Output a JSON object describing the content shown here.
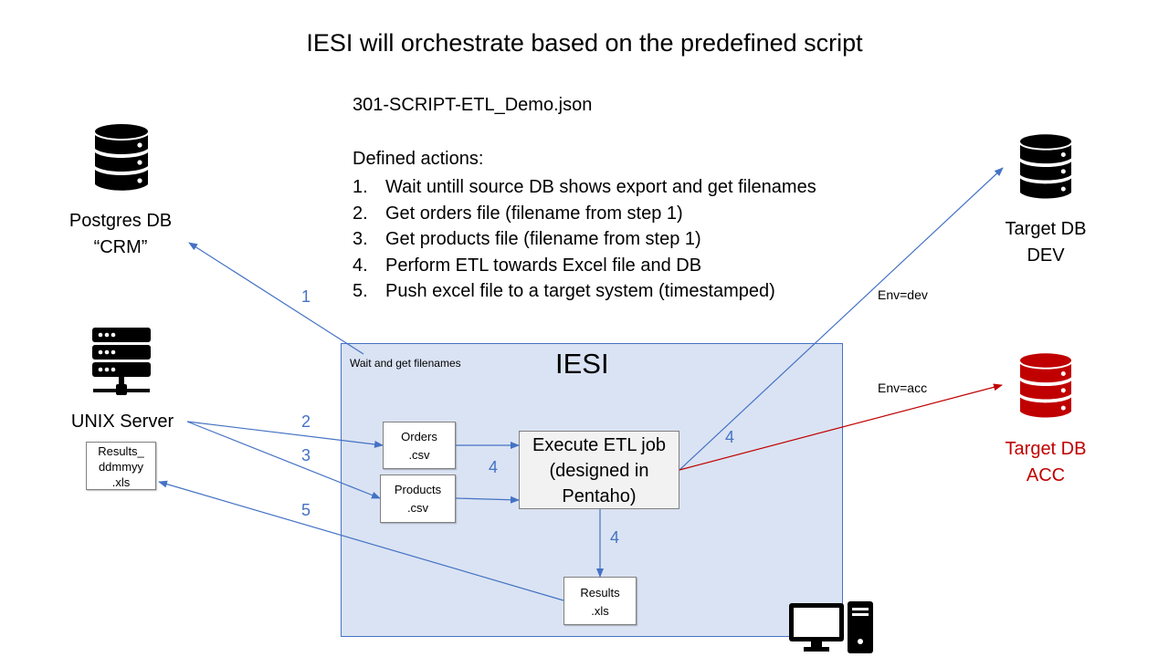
{
  "title": "IESI will orchestrate based on the predefined script",
  "script_name": "301-SCRIPT-ETL_Demo.json",
  "actions_heading": "Defined actions:",
  "actions": [
    {
      "num": "1.",
      "text": "Wait untill source DB shows export and get filenames"
    },
    {
      "num": "2.",
      "text": "Get orders file (filename from step 1)"
    },
    {
      "num": "3.",
      "text": "Get products file (filename from step 1)"
    },
    {
      "num": "4.",
      "text": "Perform ETL towards Excel file and DB"
    },
    {
      "num": "5.",
      "text": "Push excel file to a target system (timestamped)"
    }
  ],
  "postgres": {
    "line1": "Postgres DB",
    "line2": "“CRM”",
    "icon": "database-icon"
  },
  "unix": {
    "label": "UNIX Server",
    "icon": "server-icon",
    "file": {
      "line1": "Results_",
      "line2": "ddmmyy",
      "line3": ".xls"
    }
  },
  "target_dev": {
    "line1": "Target DB",
    "line2": "DEV",
    "icon": "database-icon"
  },
  "target_acc": {
    "line1": "Target DB",
    "line2": "ACC",
    "icon": "database-icon",
    "color": "#c00000"
  },
  "iesi": {
    "label": "IESI",
    "wait_label": "Wait and get filenames",
    "orders": {
      "line1": "Orders",
      "line2": ".csv"
    },
    "products": {
      "line1": "Products",
      "line2": ".csv"
    },
    "etl": {
      "line1": "Execute ETL job",
      "line2": "(designed in",
      "line3": "Pentaho)"
    },
    "results": {
      "line1": "Results",
      "line2": ".xls"
    },
    "icon": "computer-icon"
  },
  "steps": {
    "s1": "1",
    "s2": "2",
    "s3": "3",
    "s4a": "4",
    "s4b": "4",
    "s4c": "4",
    "s5": "5"
  },
  "env": {
    "dev": "Env=dev",
    "acc": "Env=acc"
  },
  "colors": {
    "arrow_blue": "#4472c4",
    "arrow_red": "#c00000",
    "box_fill": "#dae3f3",
    "box_border": "#4472c4",
    "icon_black": "#000000"
  }
}
